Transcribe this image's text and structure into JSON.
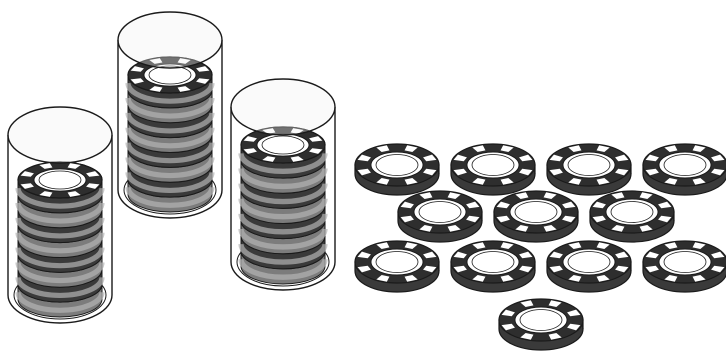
{
  "scene": {
    "subject": "poker-chip-stacks",
    "colors": {
      "background": "#ffffff",
      "outline": "#1a1a1a",
      "chip_dark": "#3a3a3a",
      "chip_mid": "#7c7c7c",
      "chip_light": "#b3b3b3",
      "chip_top_dark": "#2e2e2e",
      "chip_stripe": "#ffffff",
      "glass_fill": "#ffffff",
      "glass_ellipse": "#f2f2f2"
    },
    "cylinders": [
      {
        "name": "left-cylinder",
        "chip_count": 8
      },
      {
        "name": "back-cylinder",
        "chip_count": 8
      },
      {
        "name": "right-cylinder",
        "chip_count": 8
      }
    ],
    "loose_chip_rows": [
      4,
      3,
      4,
      1
    ],
    "icon": "poker-chip-icon"
  }
}
